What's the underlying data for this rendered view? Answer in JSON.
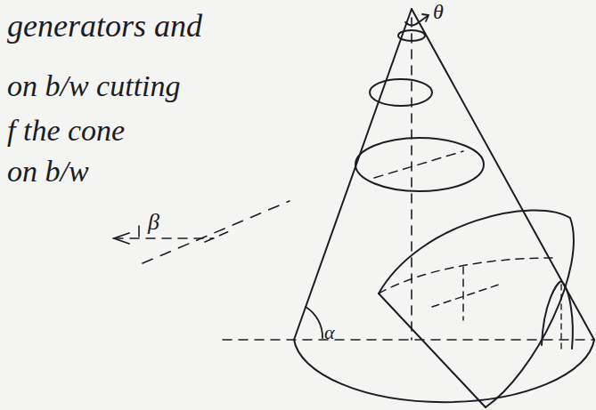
{
  "diagram": {
    "labels": [
      "generators and",
      "on b/w cutting",
      "f the cone",
      "on b/w",
      "β",
      "α",
      "θ"
    ]
  }
}
